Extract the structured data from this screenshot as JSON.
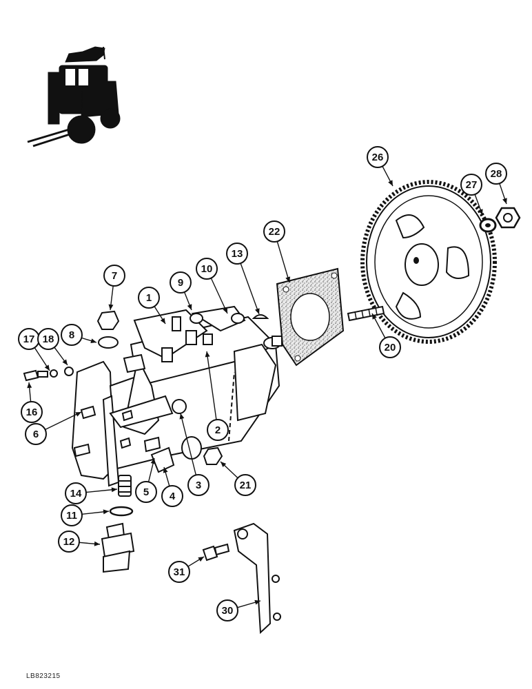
{
  "drawing": {
    "reference_code": "LB823215",
    "callouts": [
      "1",
      "2",
      "3",
      "4",
      "5",
      "6",
      "7",
      "8",
      "9",
      "10",
      "11",
      "12",
      "13",
      "14",
      "16",
      "17",
      "18",
      "20",
      "21",
      "22",
      "26",
      "27",
      "28",
      "30",
      "31"
    ]
  },
  "icons": {
    "forklift": "forklift-icon"
  }
}
